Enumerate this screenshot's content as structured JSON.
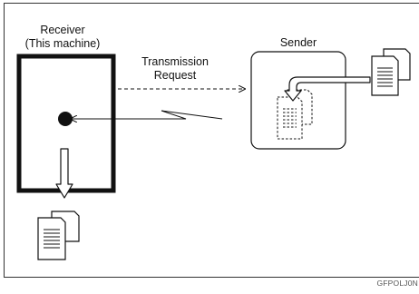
{
  "receiver": {
    "title": "Receiver",
    "subtitle": "(This machine)"
  },
  "transmission_request": {
    "line1": "Transmission",
    "line2": "Request"
  },
  "sender": {
    "title": "Sender"
  },
  "figure_code": "GFPOLJ0N",
  "colors": {
    "line": "#111111",
    "frame": "#333333",
    "background": "#ffffff"
  },
  "icons": [
    "document-stack-icon",
    "down-arrow-icon",
    "curved-arrow-icon",
    "received-document-icon"
  ]
}
